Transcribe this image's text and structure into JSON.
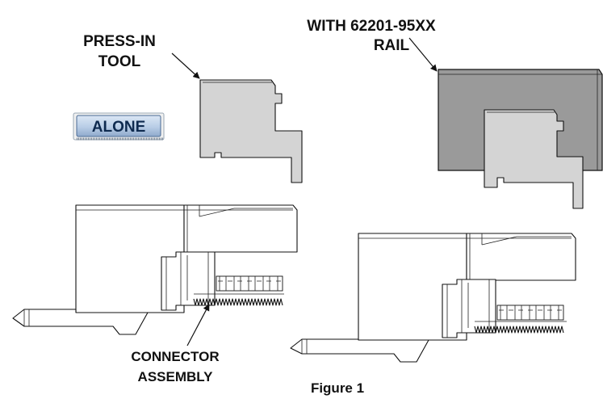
{
  "labels": {
    "press_in_tool": [
      "PRESS-IN",
      "TOOL"
    ],
    "with_rail": [
      "WITH 62201-95XX",
      "RAIL"
    ],
    "alone": "ALONE",
    "connector_assembly": [
      "CONNECTOR",
      "ASSEMBLY"
    ],
    "figure": "Figure 1"
  },
  "colors": {
    "tool_fill": "#d4d4d4",
    "rail_fill": "#9a9a9a",
    "badge_fill": "#b8cde6",
    "badge_text": "#0e2a4f",
    "line": "#111111"
  }
}
